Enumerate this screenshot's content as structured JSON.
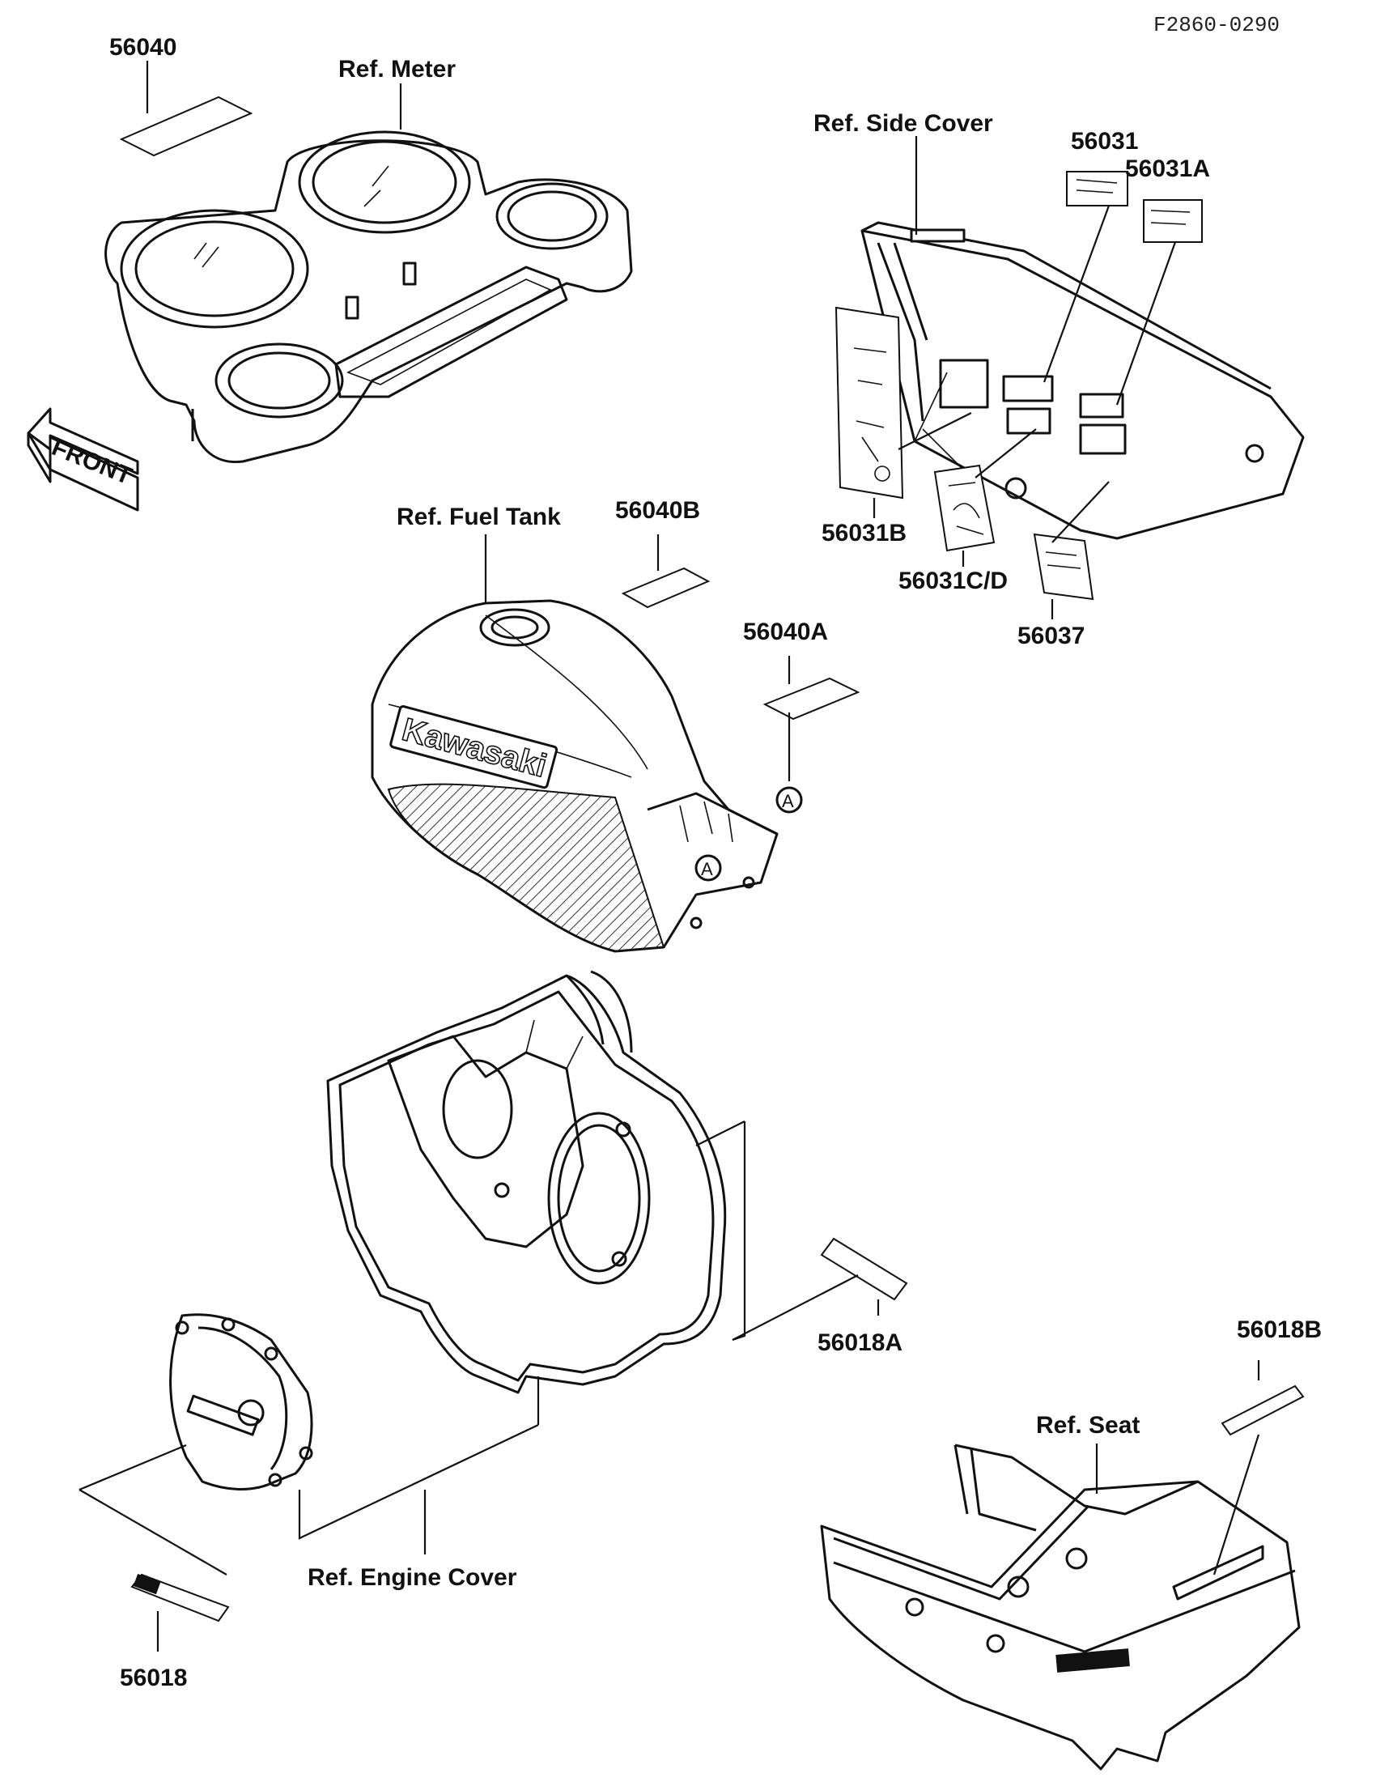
{
  "diagram": {
    "code": "F2860-0290",
    "front_label": "FRONT",
    "brand_text": "Kawasaki",
    "callouts": {
      "p56040": "56040",
      "ref_meter": "Ref. Meter",
      "ref_side_cover": "Ref. Side Cover",
      "p56031": "56031",
      "p56031A": "56031A",
      "p56031B": "56031B",
      "p56031CD": "56031C/D",
      "p56037": "56037",
      "ref_fuel_tank": "Ref. Fuel Tank",
      "p56040B": "56040B",
      "p56040A": "56040A",
      "ref_marker_a": "A",
      "tank_marker_a": "A",
      "p56018A": "56018A",
      "p56018B": "56018B",
      "ref_seat": "Ref. Seat",
      "ref_engine_cover": "Ref. Engine Cover",
      "p56018": "56018"
    }
  }
}
